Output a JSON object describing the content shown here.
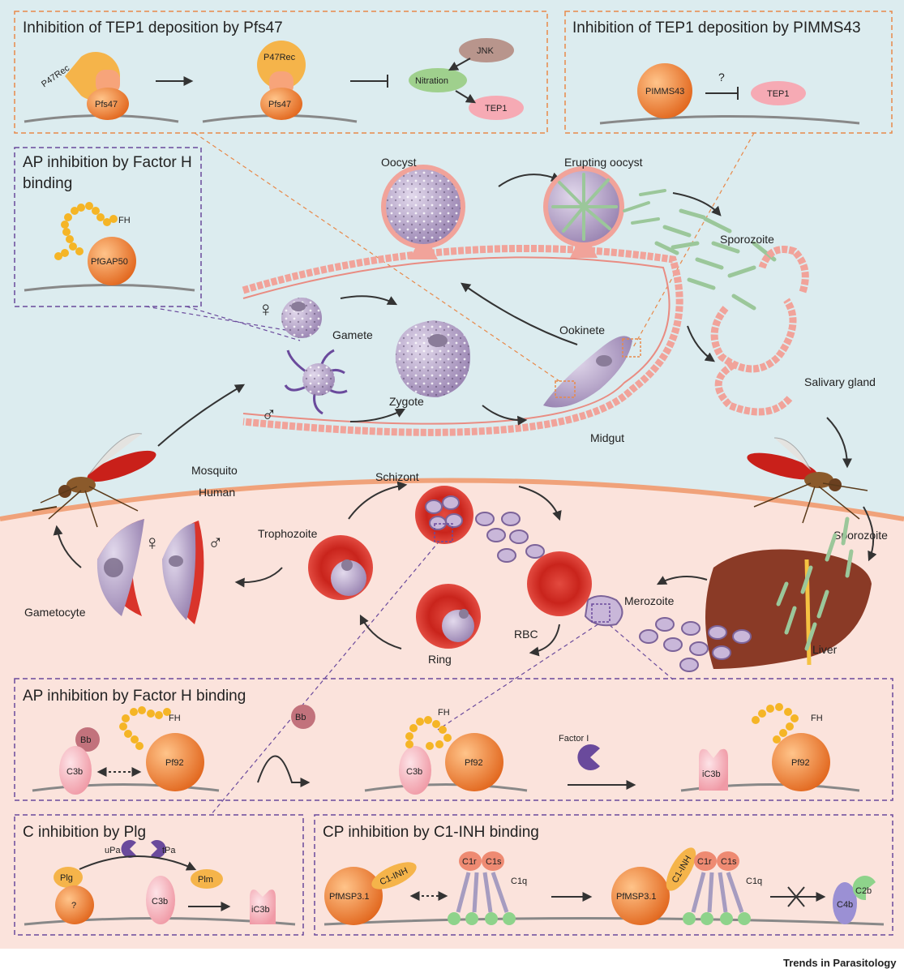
{
  "panels": {
    "pfs47": {
      "title": "Inhibition of TEP1 deposition by Pfs47",
      "p47rec": "P47Rec",
      "pfs47": "Pfs47",
      "jnk": "JNK",
      "nitration": "Nitration",
      "tep1": "TEP1"
    },
    "pimms43": {
      "title": "Inhibition of TEP1 deposition by PIMMS43",
      "pimms43": "PIMMS43",
      "question": "?",
      "tep1": "TEP1"
    },
    "fh_mosquito": {
      "title_line1": "AP inhibition by Factor H",
      "title_line2": "binding",
      "fh": "FH",
      "pfgap50": "PfGAP50"
    },
    "fh_human": {
      "title": "AP inhibition by Factor H binding",
      "bb": "Bb",
      "c3b": "C3b",
      "fh": "FH",
      "pf92": "Pf92",
      "factor_i": "Factor I",
      "ic3b": "iC3b"
    },
    "plg": {
      "title": "C inhibition by Plg",
      "upa": "uPa",
      "tpa": "tPa",
      "plg": "Plg",
      "question": "?",
      "c3b": "C3b",
      "plm": "Plm",
      "ic3b": "iC3b"
    },
    "c1inh": {
      "title": "CP inhibition by C1-INH binding",
      "c1inh": "C1-INH",
      "pfmsp": "PfMSP3.1",
      "c1r": "C1r",
      "c1s": "C1s",
      "c1q": "C1q",
      "c4b": "C4b",
      "c2b": "C2b"
    }
  },
  "lifecycle": {
    "oocyst": "Oocyst",
    "erupting_oocyst": "Erupting oocyst",
    "sporozoite": "Sporozoite",
    "gamete": "Gamete",
    "zygote": "Zygote",
    "ookinete": "Ookinete",
    "salivary_gland": "Salivary gland",
    "midgut": "Midgut",
    "mosquito": "Mosquito",
    "human": "Human",
    "schizont": "Schizont",
    "trophozoite": "Trophozoite",
    "gametocyte": "Gametocyte",
    "rbc": "RBC",
    "ring": "Ring",
    "merozoite": "Merozoite",
    "sporozoite_human": "Sporozoite",
    "liver": "Liver",
    "female": "♀",
    "male": "♂"
  },
  "footer": {
    "journal": "Trends in Parasitology"
  },
  "colors": {
    "mosquito_bg": "#dcecef",
    "human_bg": "#fbe3dc",
    "orange_dash": "#e8894a",
    "purple_dash": "#6a4a9c",
    "orange_protein": "#ec7a30",
    "pink_protein": "#f6aab4",
    "fh_beads": "#f5b526",
    "parasite_purple": "#b9a6c9",
    "rbc_red": "#d9342b",
    "midgut_pink": "#f1a39a",
    "sporozoite_green": "#9bc79a",
    "liver_brown": "#8a3a26"
  }
}
